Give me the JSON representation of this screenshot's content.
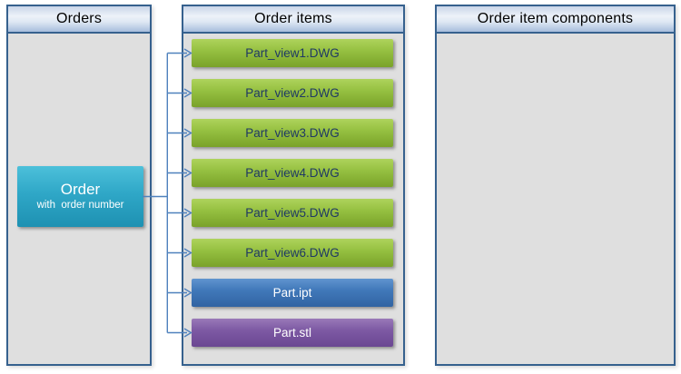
{
  "colors": {
    "panel_border": "#36618e",
    "panel_body": "#dfdfdf",
    "header_grad_top": "#c9d5e8",
    "header_grad_mid": "#edf2f9",
    "header_grad_bottom": "#a8bddc",
    "header_text": "#000000",
    "connector": "#4f81bd",
    "order_teal_top": "#4cc0da",
    "order_teal_bottom": "#1e91b2",
    "dwg_green_top": "#aed35c",
    "dwg_green_bottom": "#7aa22b",
    "dwg_text": "#1f3864",
    "ipt_blue_top": "#6094cf",
    "ipt_blue_bottom": "#3163a2",
    "stl_purple_top": "#9979b8",
    "stl_purple_bottom": "#6a4692"
  },
  "panels": {
    "orders": {
      "title": "Orders"
    },
    "order_items": {
      "title": "Order items"
    },
    "order_item_components": {
      "title": "Order item components"
    }
  },
  "order_node": {
    "title": "Order",
    "subtitle": "with  order number"
  },
  "items": [
    {
      "label": "Part_view1.DWG",
      "type": "dwg"
    },
    {
      "label": "Part_view2.DWG",
      "type": "dwg"
    },
    {
      "label": "Part_view3.DWG",
      "type": "dwg"
    },
    {
      "label": "Part_view4.DWG",
      "type": "dwg"
    },
    {
      "label": "Part_view5.DWG",
      "type": "dwg"
    },
    {
      "label": "Part_view6.DWG",
      "type": "dwg"
    },
    {
      "label": "Part.ipt",
      "type": "ipt"
    },
    {
      "label": "Part.stl",
      "type": "stl"
    }
  ]
}
